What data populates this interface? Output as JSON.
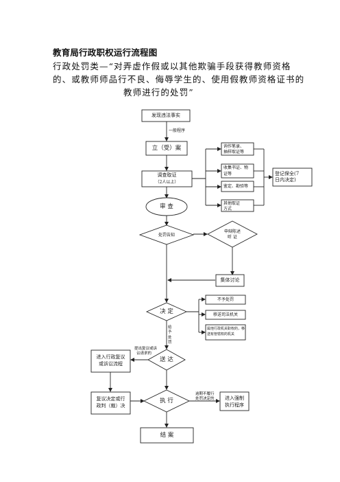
{
  "header": {
    "title": "教育局行政职权运行流程图",
    "subtitle_line1": "行政处罚类—“对弄虚作假或以其他欺骗手段获得教师资格",
    "subtitle_line2": "的、或教师师品行不良、侮辱学生的、使用假教师资格证书的",
    "subtitle_line3": "教师进行的处罚”"
  },
  "flow": {
    "discover": "发现违法事实",
    "general_procedure": "一般程序",
    "register": "立（受）案",
    "investigate_line1": "调查取证",
    "investigate_line2": "（2人以上）",
    "evidence_1_line1": "询作笔录、",
    "evidence_1_line2": "抽样取证等",
    "evidence_2_line1": "收集书证、物",
    "evidence_2_line2": "证等",
    "evidence_3": "鉴定、勘验等",
    "evidence_4_line1": "其他取证",
    "evidence_4_line2": "方式",
    "preserve_line1": "登记保全(7",
    "preserve_line2": "日内决定)",
    "review": "审  查",
    "notify": "处罚告知",
    "hearing_line1": "申辩陈述",
    "hearing_line2": "听  证",
    "group_discussion": "集体讨论",
    "decide": "决  定",
    "no_penalty": "不予处罚",
    "transfer_judicial": "移送司法机关",
    "transfer_other_line1": "属他行政机关职权的，移",
    "transfer_other_line2": "送有管辖权的机关",
    "penalty_vertical": "给予处罚",
    "appeal_note_line1": "提出复议或诉",
    "appeal_note_line2": "讼请求的",
    "deliver": "送  达",
    "reconsider_line1": "进入行政复议",
    "reconsider_line2": "或诉讼流程",
    "execute": "执  行",
    "overdue_line1": "逾期不履行",
    "overdue_line2": "处罚决定的",
    "enforce_line1": "进入强制",
    "enforce_line2": "执行程序",
    "result_line1": "复议决定或行",
    "result_line2": "政判（裁）决",
    "close": "结  案"
  }
}
